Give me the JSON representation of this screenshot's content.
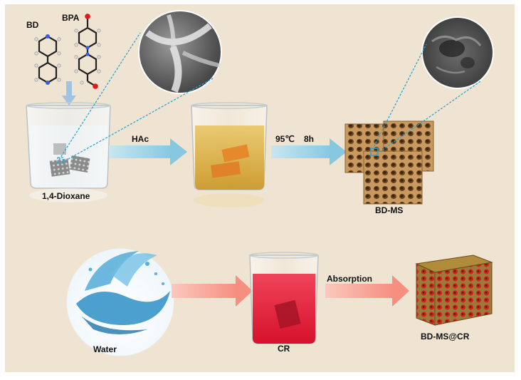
{
  "labels": {
    "bd": "BD",
    "bpa": "BPA",
    "dioxane": "1,4-Dioxane",
    "hac": "HAc",
    "temp": "95℃",
    "time": "8h",
    "bdms": "BD-MS",
    "water": "Water",
    "cr": "CR",
    "absorption": "Absorption",
    "bdmscr": "BD-MS@CR"
  },
  "colors": {
    "background": "#efe3d1",
    "blue_arrow": "#9fd3e6",
    "pink_arrow": "#f7a79a",
    "yellow_solution": "#e6b83a",
    "red_solution": "#e8263c",
    "sponge": "#b98a52",
    "cr_dye": "#d12a1f",
    "zoom_line": "#2aa6d6"
  }
}
